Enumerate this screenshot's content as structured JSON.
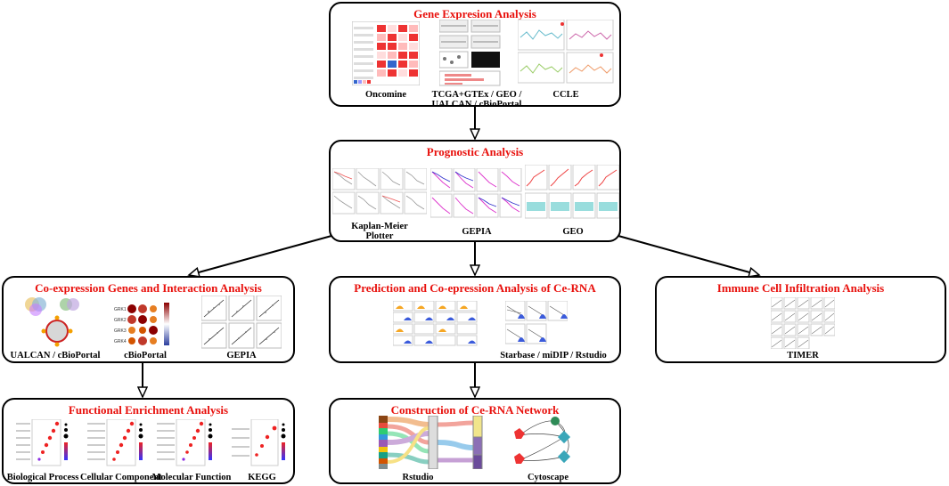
{
  "boxes": {
    "gene_expression": {
      "title": "Gene Expresion Analysis",
      "labels": [
        "Oncomine",
        "TCGA+GTEx / GEO /",
        "UALCAN / cBioPortal",
        "CCLE"
      ]
    },
    "prognostic": {
      "title": "Prognostic Analysis",
      "labels": [
        "Kaplan-Meier",
        "Plotter",
        "GEPIA",
        "GEO"
      ]
    },
    "coexpression": {
      "title": "Co-expression Genes and Interaction Analysis",
      "labels": [
        "UALCAN / cBioPortal",
        "cBioPortal",
        "GEPIA"
      ],
      "heatmap_rows": [
        "GRK1",
        "GRK2",
        "GRK3",
        "GRK4"
      ]
    },
    "cerna_prediction": {
      "title": "Prediction and Co-epression Analysis of Ce-RNA",
      "labels": [
        "Starbase / miDIP / Rstudio"
      ]
    },
    "immune": {
      "title": "Immune Cell Infiltration Analysis",
      "labels": [
        "TIMER"
      ]
    },
    "functional": {
      "title": "Functional Enrichment Analysis",
      "labels": [
        "Biological Process",
        "Cellular Component",
        "Molecular Function",
        "KEGG"
      ]
    },
    "cerna_network": {
      "title": "Construction of Ce-RNA Network",
      "labels": [
        "Rstudio",
        "Cytoscape"
      ]
    }
  },
  "colors": {
    "title": "#e8100c",
    "border": "#000000"
  }
}
